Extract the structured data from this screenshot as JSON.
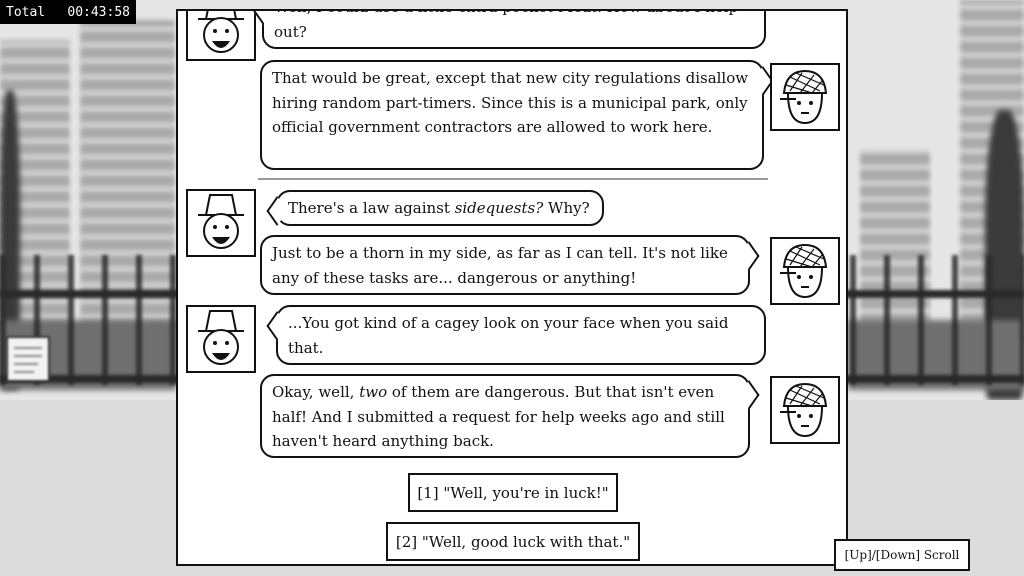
{
  "timer": {
    "label": "Total",
    "time": "00:43:58"
  },
  "dialog": [
    {
      "speaker": "guy",
      "side": "left",
      "text": "Well, I could use a little extra pocket Meat. How about I help out?"
    },
    {
      "speaker": "acorn",
      "side": "right",
      "text": "That would be great, except that new city regulations disallow hiring random part-timers. Since this is a municipal park, only official government contractors are allowed to work here."
    },
    {
      "speaker": "guy",
      "side": "left",
      "text_before": "There's a law against ",
      "text_em": "sidequests?",
      "text_after": " Why?"
    },
    {
      "speaker": "acorn",
      "side": "right",
      "text": "Just to be a thorn in my side, as far as I can tell. It's not like any of these tasks are... dangerous or anything!"
    },
    {
      "speaker": "guy",
      "side": "left",
      "text": "...You got kind of a cagey look on your face when you said that."
    },
    {
      "speaker": "acorn",
      "side": "right",
      "text_before": "Okay, well, ",
      "text_em": "two",
      "text_after": " of them are dangerous. But that isn't even half! And I submitted a request for help weeks ago and still haven't heard anything back."
    }
  ],
  "choices": [
    {
      "text": "[1]  \"Well, you're in luck!\""
    },
    {
      "text": "[2]  \"Well, good luck with that.\""
    }
  ],
  "scroll_hint": "[Up]/[Down] Scroll",
  "colors": {
    "ink": "#111111",
    "panel": "#ffffff",
    "timer_bg": "#000000"
  }
}
